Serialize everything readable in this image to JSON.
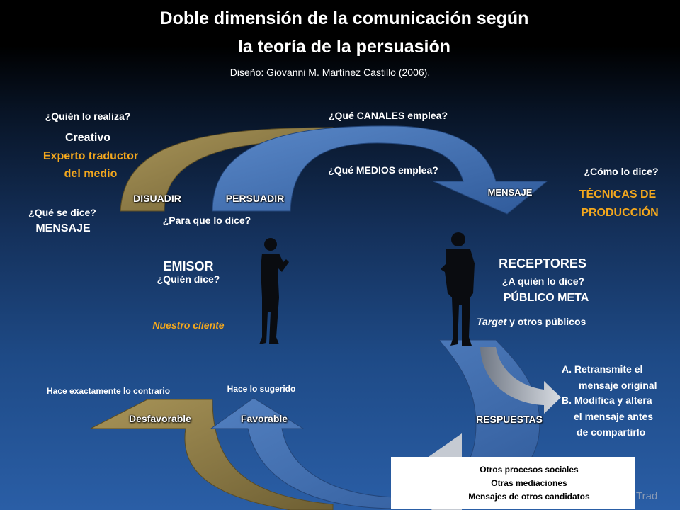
{
  "title": {
    "line1": "Doble dimensión de la comunicación según",
    "line2": "la teoría de la persuasión"
  },
  "credit": "Diseño: Giovanni M. Martínez Castillo (2006).",
  "top_left": {
    "who_question": "¿Quién lo realiza?",
    "creativo": "Creativo",
    "experto_line1": "Experto traductor",
    "experto_line2": "del medio",
    "what_question": "¿Qué se dice?",
    "mensaje": "MENSAJE"
  },
  "arrows": {
    "disuadir": "DISUADIR",
    "persuadir": "PERSUADIR",
    "mensaje": "MENSAJE",
    "desfavorable": "Desfavorable",
    "favorable": "Favorable",
    "respuestas": "RESPUESTAS"
  },
  "middle": {
    "canales_question": "¿Qué CANALES emplea?",
    "medios_question": "¿Qué MEDIOS  emplea?",
    "para_que_question": "¿Para que lo dice?"
  },
  "top_right": {
    "como_question": "¿Cómo lo dice?",
    "tecnicas_line1": "TÉCNICAS DE",
    "tecnicas_line2": "PRODUCCIÓN"
  },
  "emisor": {
    "title": "EMISOR",
    "question": "¿Quién dice?",
    "client": "Nuestro cliente"
  },
  "receptores": {
    "title": "RECEPTORES",
    "question": "¿A quién lo dice?",
    "publico": "PÚBLICO META",
    "target": "Target",
    "target_rest": " y otros públicos"
  },
  "bottom_left": {
    "contrario": "Hace exactamente lo contrario",
    "sugerido": "Hace lo sugerido"
  },
  "bottom_right": {
    "a_line1": "A.  Retransmite el",
    "a_line2": "mensaje original",
    "b_line1": "B. Modifica y altera",
    "b_line2": "el mensaje antes",
    "b_line3": "de compartirlo"
  },
  "box": {
    "line1": "Otros procesos sociales",
    "line2": "Otras mediaciones",
    "line3": "Mensajes de otros candidatos"
  },
  "ghost_text": "Trad",
  "colors": {
    "gold_arrow": "#8c7a45",
    "blue_arrow": "#3f6fb0",
    "orange_text": "#f4a81d",
    "gray_arrow": "#b9bec6"
  }
}
